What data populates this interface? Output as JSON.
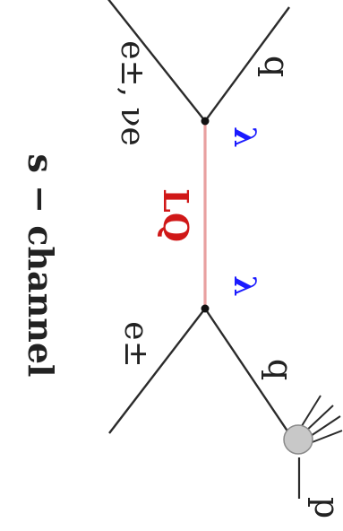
{
  "title": "s − channel",
  "particles": {
    "incoming_lepton": "e±",
    "outgoing_lepton": "e±, νe",
    "quark_in": "q",
    "quark_out": "q",
    "proton": "p",
    "exchange": "LQ",
    "coupling_left": "λ",
    "coupling_right": "λ"
  },
  "colors": {
    "lines": "#2b2b2b",
    "propagator": "#e8a0a0",
    "propagator_label": "#d01818",
    "coupling": "#1a1aff",
    "vertex": "#111111",
    "proton_fill": "#c8c8c8"
  }
}
